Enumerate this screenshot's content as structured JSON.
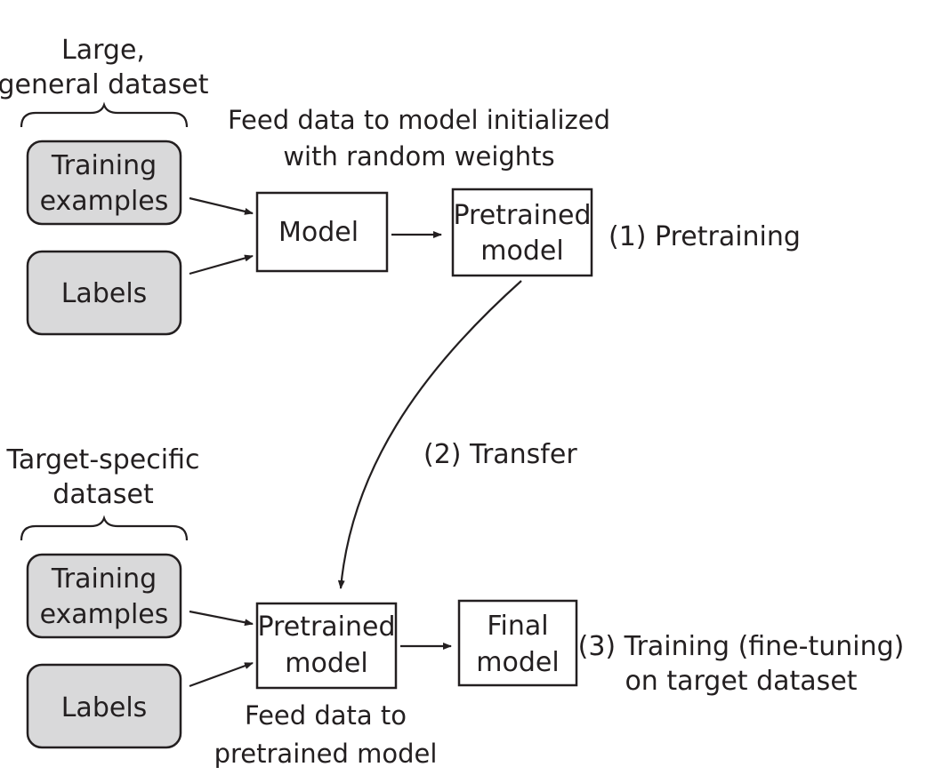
{
  "pretraining": {
    "dataset_label_line1": "Large,",
    "dataset_label_line2": "general dataset",
    "feed_text_line1": "Feed data to model initialized",
    "feed_text_line2": "with random weights",
    "training_examples_line1": "Training",
    "training_examples_line2": "examples",
    "labels": "Labels",
    "model": "Model",
    "pretrained_model_line1": "Pretrained",
    "pretrained_model_line2": "model",
    "step_label": "(1) Pretraining"
  },
  "transfer": {
    "step_label": "(2) Transfer"
  },
  "finetuning": {
    "dataset_label_line1": "Target-specific",
    "dataset_label_line2": "dataset",
    "training_examples_line1": "Training",
    "training_examples_line2": "examples",
    "labels": "Labels",
    "pretrained_model_line1": "Pretrained",
    "pretrained_model_line2": "model",
    "final_model_line1": "Final",
    "final_model_line2": "model",
    "step_label_line1": "(3) Training (fine-tuning)",
    "step_label_line2": "on target dataset",
    "feed_text_line1": "Feed data to",
    "feed_text_line2": "pretrained model"
  }
}
